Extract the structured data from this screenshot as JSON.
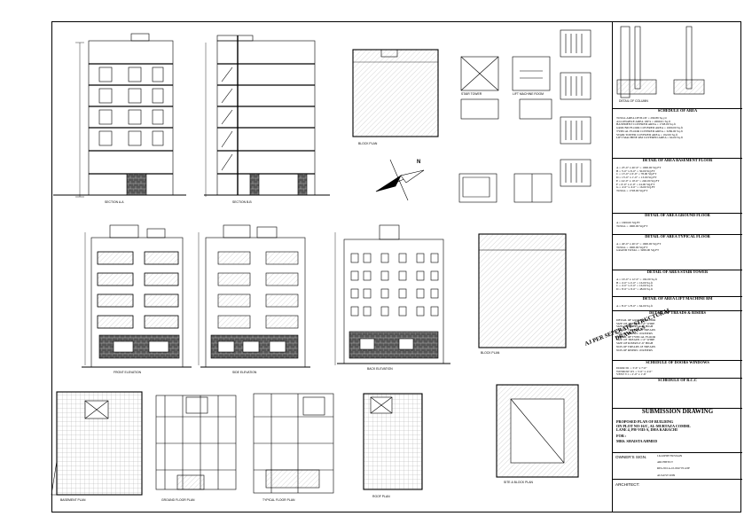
{
  "sheet": {
    "stamp": "AJ PER SEPERATE STRUCTURAL DRAWINGS",
    "title": "SUBMISSION DRAWING",
    "project_lines": [
      "PROPOSED PLAN OF BUILDING",
      "ON PLOT NO-16/C, AL-MURTAZA COMML",
      "LANE 4, PH-VIII-A, DHA KARACHI"
    ],
    "for_label": "FOR :",
    "owner_name": "MRS. SHAISTA AHMED",
    "owners_sign": "OWNER'S SIGN.",
    "architect": "ARCHITECT:",
    "tb_small_1": "J.KASHIF HUSSAIN",
    "tb_small_2": "ARCHITECT",
    "tb_small_3": "REG.NO.A-10-0047 PCATP",
    "tb_small_4": "AUGUST 2009"
  },
  "schedules": {
    "schedule_of_area": "SCHEDULE OF AREA",
    "area_rows": [
      "TOTAL AREA OF PLOT = 299.89 Sq.yd",
      "ALLOWABLE AREA 100% = 2699.01 Sq.ft",
      "BASEMENT COVERED AREA = 1728.00 Sq.ft",
      "GROUND FLOOR COVERED AREA = 1600.00 Sq.ft",
      "TYPICAL FLOOR COVERED AREA = 3269.00 Sq.ft",
      "STAIR TOWER COVERED AREA = 192.00 Sq.ft",
      "LIFT MACHINE RM COVERED AREA = 64.00 Sq.ft"
    ],
    "basement_title": "DETAIL OF AREA BASEMENT FLOOR",
    "basement_rows": [
      "A = 25'-0\" x 40'-0\" = 1000.00 SQ.FT",
      "B = 5'-0\" x 6'-0\" = 30.00 SQ.FT",
      "C = 13'-0\" x 6'-0\" = 78.00 SQ.FT",
      "D = 13'-0\" x 1'-0\" = 13.00 SQ.FT",
      "E = 24'-0\" x 10'-0\" = 240.00 SQ.FT",
      "F = 6'-0\" x 4'-0\" = 24.00 SQ.FT",
      "G = 4'-0\" x 4'-0\" = 16.00 SQ.FT"
    ],
    "basement_total": "TOTAL = 1728.00 SQ.FT",
    "ground_title": "DETAIL OF AREA GROUND FLOOR",
    "ground_rows": [
      "A = 1600.00 SQ.FT"
    ],
    "ground_total": "TOTAL = 1600.00 SQ.FT",
    "typical_title": "DETAIL OF AREA TYPICAL FLOOR",
    "typical_rows": [
      "A = 40'-0\" x 40'-0\" = 1600.00 SQ.FT"
    ],
    "typical_total": "TOTAL = 1600.00 SQ.FT",
    "typical_grand": "GRAND TOTAL = 3269.00 SQ.FT",
    "stair_title": "DETAIL OF AREA STAIR TOWER",
    "stair_rows": [
      "A = 16'-0\" x 12'-0\" = 192.00 Sq.ft",
      "B = 4'-0\" x 4'-0\" = 16.00 Sq.ft",
      "C = 4'-0\" x 4'-0\" = 16.00 Sq.ft",
      "D = 8'-0\" x 6'-0\" = 48.00 Sq.ft"
    ],
    "lift_title": "DETAIL OF AREA LIFT MACHINE RM",
    "lift_rows": [
      "A = 8'-0\" x 8'-0\" = 64.00 Sq.ft"
    ],
    "treads_title": "DETAIL OF TREADS & RISERS",
    "treads_rows": [
      "DETAIL OF GROUND FLOOR",
      "SIZE OF TREADS 1'-0\" WIDE",
      "SIZE OF RISERS 0'-6\" HIGH",
      "NOS OF TREADS 18 TREADS",
      "NOS OF RISERS 19 RISERS",
      "DETAIL OF TYPICAL FLOOR",
      "SIZE OF TREADS 1'-0\" WIDE",
      "SIZE OF RISERS 0'-6\" HIGH",
      "NOS OF TREADS 18 TREADS",
      "NOS OF RISERS 19 RISERS"
    ],
    "doors_title": "SCHEDULE OF DOORS WINDOWS",
    "doors_rows": [
      "DOOR D1 = 3'-6\" x 7'-0\"",
      "WINDOW W1 = 5'-0\" x 4'-0\"",
      "VENT V1 = 2'-0\" x 1'-6\""
    ],
    "rcc_title": "SCHEDULE OF R.C.C"
  },
  "labels": {
    "section_aa": "SECTION A-A",
    "section_bb": "SECTION B-B",
    "block_plan": "BLOCK PLAN",
    "front_elev": "FRONT ELEVATION",
    "side_elev": "SIDE ELEVATION",
    "back_elev": "BACK ELEVATION",
    "basement_plan": "BASEMENT PLAN",
    "ground_plan": "GROUND FLOOR PLAN",
    "typical_plan": "TYPICAL FLOOR PLAN",
    "roof_plan": "ROOF PLAN",
    "site_plan": "SITE & BLOCK PLAN",
    "stair_tower": "STAIR TOWER",
    "lift_machine": "LIFT MACHINE ROOM",
    "detail_column": "DETAIL OF COLUMN",
    "north": "N"
  }
}
